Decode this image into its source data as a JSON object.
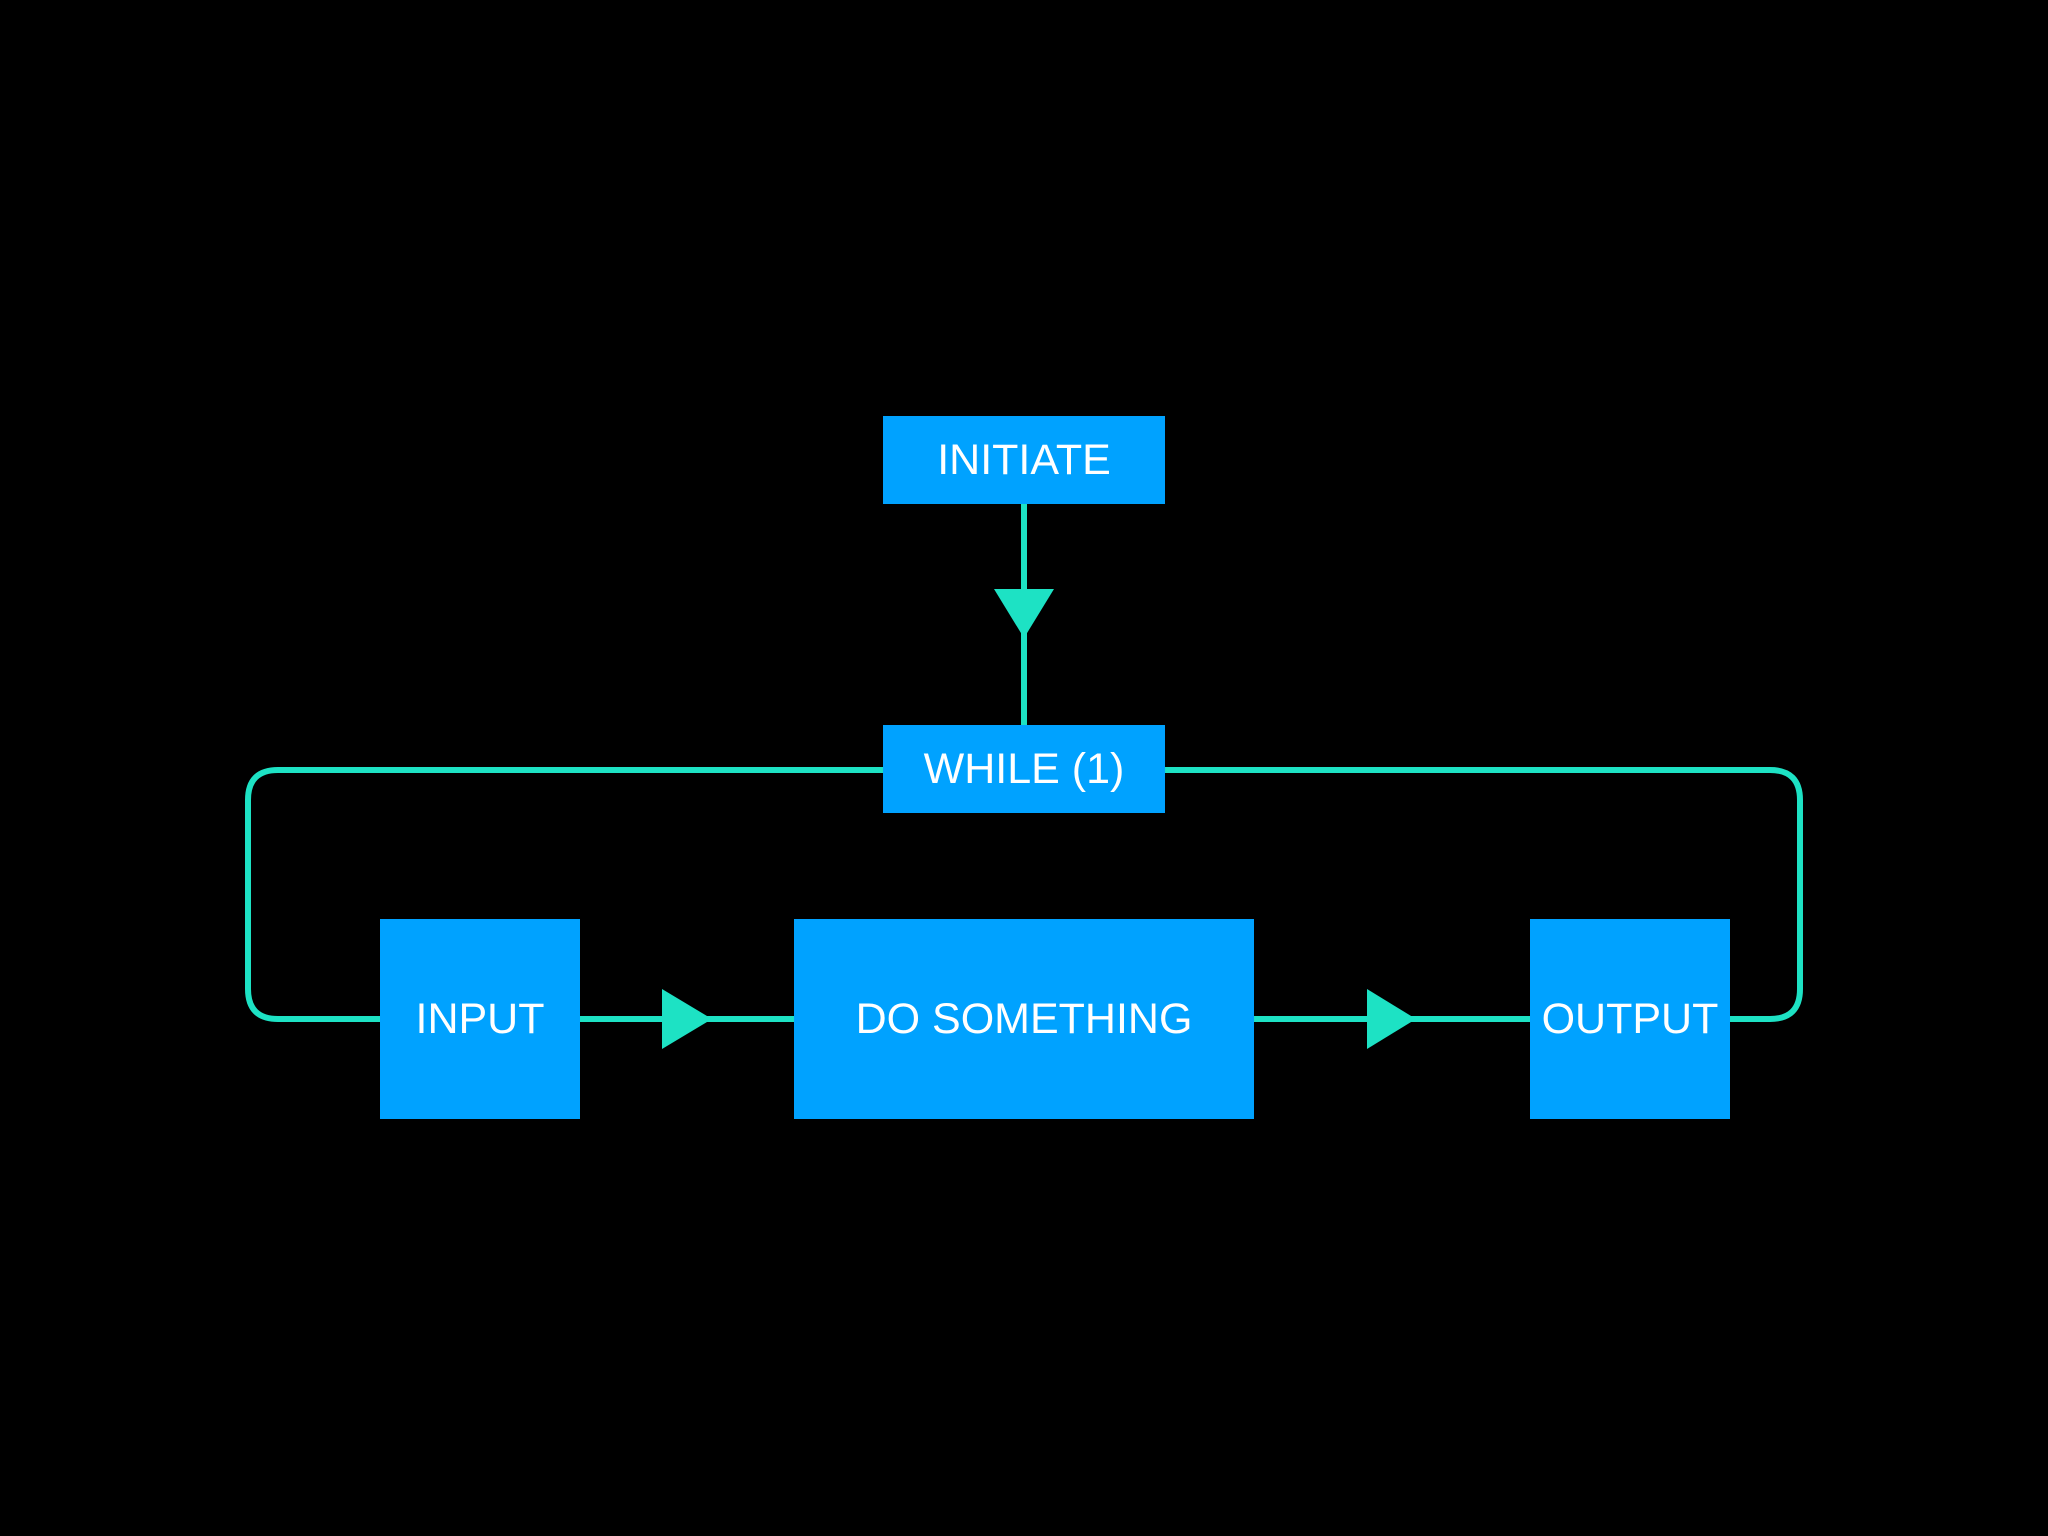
{
  "diagram": {
    "nodes": {
      "initiate": "INITIATE",
      "while": "WHILE (1)",
      "input": "INPUT",
      "do_something": "DO SOMETHING",
      "output": "OUTPUT"
    },
    "edges": [
      {
        "from": "INITIATE",
        "to": "WHILE (1)"
      },
      {
        "from": "WHILE (1)",
        "to": "INPUT"
      },
      {
        "from": "INPUT",
        "to": "DO SOMETHING"
      },
      {
        "from": "DO SOMETHING",
        "to": "OUTPUT"
      },
      {
        "from": "OUTPUT",
        "to": "WHILE (1)"
      }
    ]
  },
  "colors": {
    "background": "#000000",
    "node_fill": "#00A2FF",
    "node_text": "#FFFFFF",
    "connector": "#1DE2C4"
  }
}
